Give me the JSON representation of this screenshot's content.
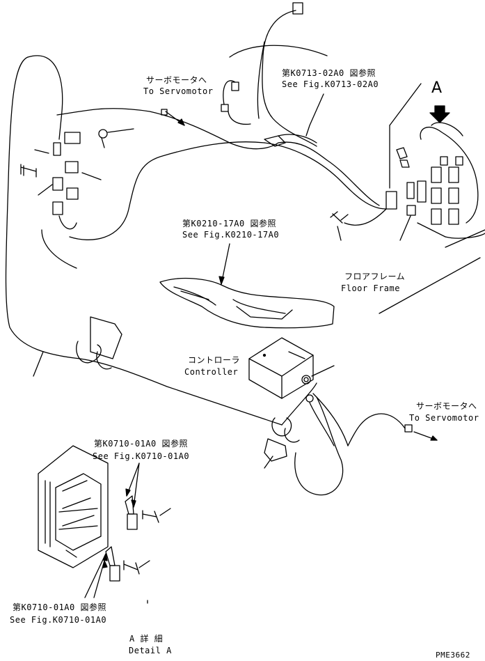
{
  "labels": {
    "servo_top_jp": "サーボモータへ",
    "servo_top_en": "To Servomotor",
    "ref_0713_jp": "第K0713-02A0 図参照",
    "ref_0713_en": "See Fig.K0713-02A0",
    "view_a": "A",
    "ref_0210_jp": "第K0210-17A0 図参照",
    "ref_0210_en": "See Fig.K0210-17A0",
    "floor_jp": "フロアフレーム",
    "floor_en": "Floor Frame",
    "controller_jp": "コントローラ",
    "controller_en": "Controller",
    "servo_right_jp": "サーボモータへ",
    "servo_right_en": "To Servomotor",
    "ref_0710a_jp": "第K0710-01A0 図参照",
    "ref_0710a_en": "See Fig.K0710-01A0",
    "ref_0710b_jp": "第K0710-01A0 図参照",
    "ref_0710b_en": "See Fig.K0710-01A0",
    "detail_jp": "A 詳 細",
    "detail_en": "Detail A",
    "drawing_no": "PME3662"
  },
  "colors": {
    "line": "#000000",
    "background": "#ffffff"
  }
}
